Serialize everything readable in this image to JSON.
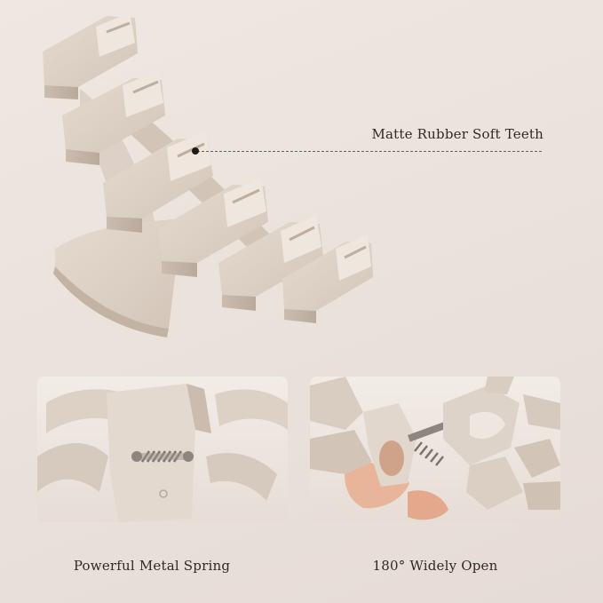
{
  "hero": {
    "callout_label": "Matte Rubber Soft Teeth",
    "image_icon": "claw-clip-teeth-icon"
  },
  "panels": [
    {
      "caption": "Powerful Metal Spring",
      "icon": "metal-spring-icon"
    },
    {
      "caption": "180° Widely Open",
      "icon": "open-clip-icon"
    }
  ],
  "colors": {
    "background": "#ebe2dc",
    "clip": "#dccfc2",
    "clip_shadow": "#c4b5a7",
    "text": "#2f2a27"
  }
}
